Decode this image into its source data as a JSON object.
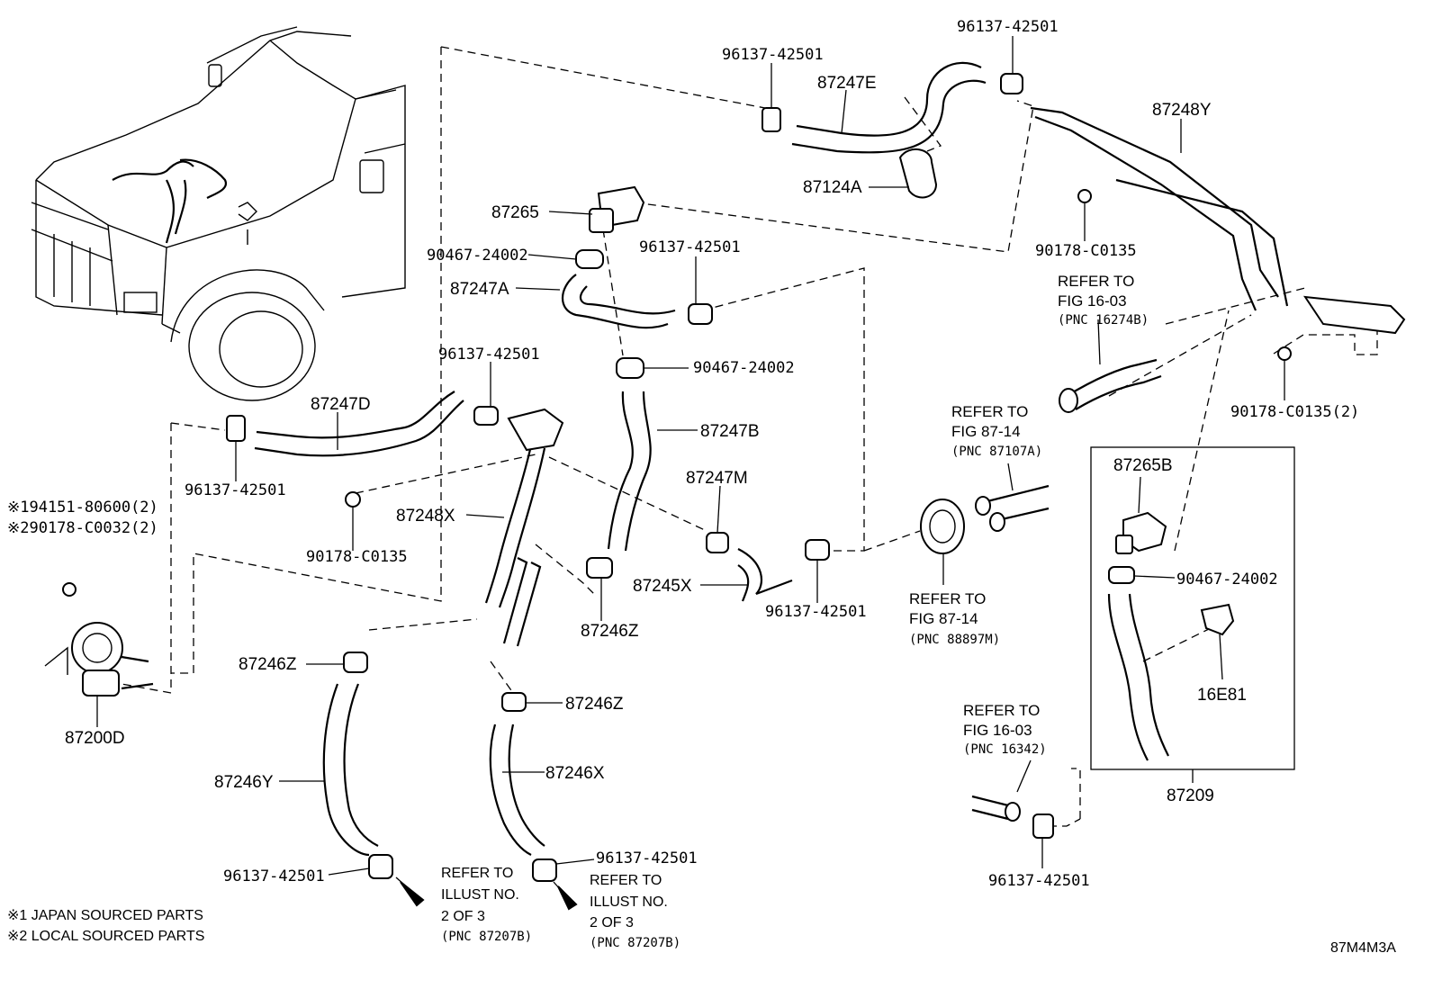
{
  "diagram_code": "87M4M3A",
  "notes": [
    "※1 JAPAN SOURCED PARTS",
    "※2 LOCAL SOURCED PARTS"
  ],
  "labels": {
    "c96137_top_left": "96137-42501",
    "c96137_top_right": "96137-42501",
    "h87247E": "87247E",
    "h87248Y": "87248Y",
    "b87124A": "87124A",
    "n90178_upper": "90178-C0135",
    "n90178_right": "90178-C0135(2)",
    "v87265": "87265",
    "c90467_a": "90467-24002",
    "h87247A": "87247A",
    "c96137_mid": "96137-42501",
    "c90467_b": "90467-24002",
    "c96137_d": "96137-42501",
    "h87247D": "87247D",
    "h87247B": "87247B",
    "c96137_left": "96137-42501",
    "h87247M": "87247M",
    "h87248X": "87248X",
    "n90178_lower": "90178-C0135",
    "note_x1": "※194151-80600(2)",
    "note_x2": "※290178-C0032(2)",
    "h87245X": "87245X",
    "c96137_e": "96137-42501",
    "c87246Z_a": "87246Z",
    "c87246Z_b": "87246Z",
    "c87246Z_c": "87246Z",
    "p87200D": "87200D",
    "h87246Y": "87246Y",
    "h87246X": "87246X",
    "c96137_bl": "96137-42501",
    "c96137_bm": "96137-42501",
    "v87265B": "87265B",
    "c90467_c": "90467-24002",
    "b16E81": "16E81",
    "k87209": "87209",
    "c96137_br": "96137-42501"
  },
  "refs": {
    "r1": {
      "l1": "REFER TO",
      "l2": "FIG 16-03",
      "pnc": "(PNC 16274B)"
    },
    "r2": {
      "l1": "REFER TO",
      "l2": "FIG 87-14",
      "pnc": "(PNC 87107A)"
    },
    "r3": {
      "l1": "REFER TO",
      "l2": "FIG 87-14",
      "pnc": "(PNC 88897M)"
    },
    "r4": {
      "l1": "REFER TO",
      "l2": "FIG 16-03",
      "pnc": "(PNC 16342)"
    },
    "r5": {
      "l1": "REFER TO",
      "l2": "ILLUST NO.",
      "l3": "2 OF 3",
      "pnc": "(PNC 87207B)"
    },
    "r6": {
      "l1": "REFER TO",
      "l2": "ILLUST NO.",
      "l3": "2 OF 3",
      "pnc": "(PNC 87207B)"
    }
  }
}
